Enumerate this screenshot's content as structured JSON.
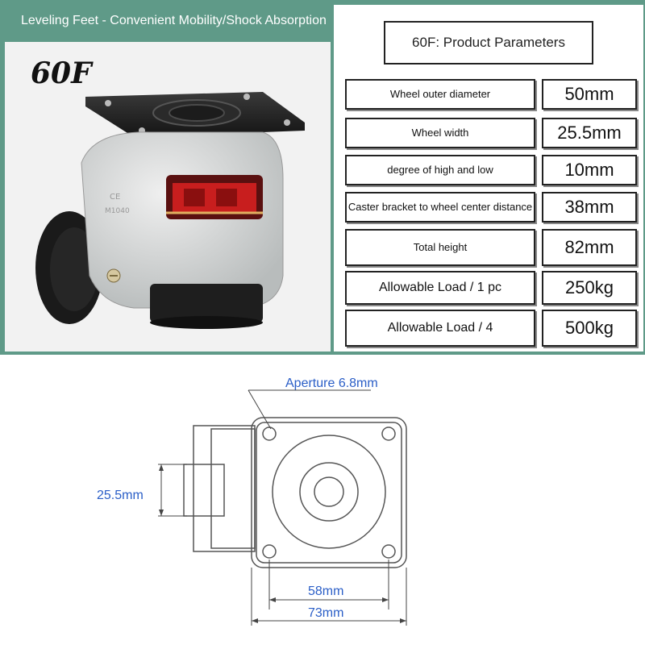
{
  "banner": {
    "text": "Leveling Feet - Convenient Mobility/Shock Absorption"
  },
  "photo": {
    "model_label": "60F"
  },
  "parameters": {
    "title": "60F: Product Parameters",
    "rows": [
      {
        "label": "Wheel outer diameter",
        "value": "50mm"
      },
      {
        "label": "Wheel width",
        "value": "25.5mm"
      },
      {
        "label": "degree of high and low",
        "value": "10mm"
      },
      {
        "label": "Caster bracket to wheel center distance",
        "value": "38mm"
      },
      {
        "label": "Total height",
        "value": "82mm"
      },
      {
        "label": "Allowable Load / 1 pc",
        "value": "250kg"
      },
      {
        "label": "Allowable Load / 4",
        "value": "500kg"
      }
    ]
  },
  "drawing": {
    "aperture_label": "Aperture 6.8mm",
    "width_label": "25.5mm",
    "inner_dim_label": "58mm",
    "outer_dim_label": "73mm"
  },
  "colors": {
    "banner_bg": "#5f9a88",
    "dimension_text": "#2a5ec7"
  }
}
